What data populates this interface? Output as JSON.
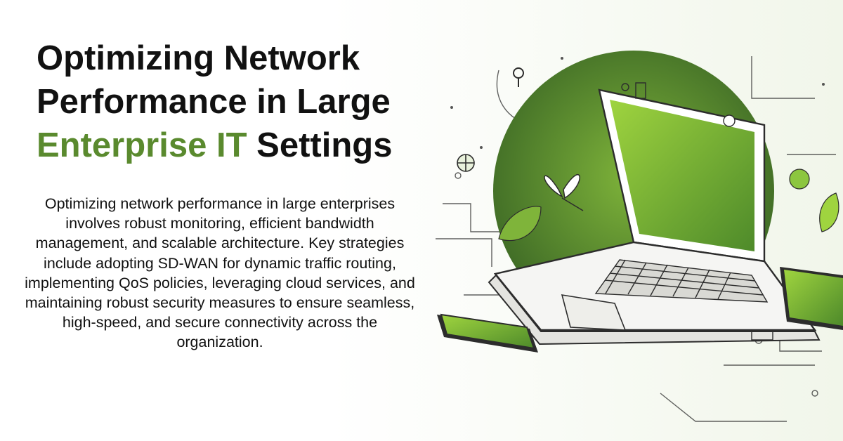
{
  "title": {
    "line1": "Optimizing Network",
    "line2": "Performance in Large",
    "line3_accent": "Enterprise IT",
    "line3_rest": " Settings"
  },
  "description": "Optimizing network performance in large enterprises involves robust monitoring, efficient bandwidth management, and scalable architecture. Key strategies include adopting SD-WAN for dynamic traffic routing, implementing QoS policies, leveraging cloud services, and maintaining robust security measures to ensure seamless, high-speed, and secure connectivity across the organization.",
  "colors": {
    "accent": "#5a8a2e",
    "text": "#111111",
    "screen_green": "#8cc63f",
    "dark_green": "#3f6b26"
  },
  "illustration": {
    "subject": "laptop-with-phone-and-tablet",
    "icons": [
      "laptop-icon",
      "smartphone-icon",
      "tablet-icon",
      "butterfly-icon",
      "leaf-icon",
      "location-pin-icon",
      "globe-icon"
    ]
  }
}
